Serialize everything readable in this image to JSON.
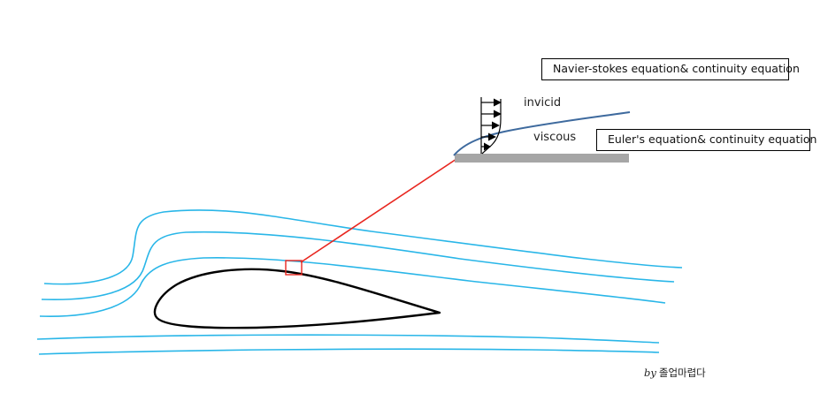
{
  "labels": {
    "navier_stokes_box": "Navier-stokes equation& continuity equation",
    "euler_box": "Euler's equation& continuity equation",
    "invicid": "invicid",
    "viscous": "viscous"
  },
  "credit": {
    "by": "by",
    "author": "졸업마렵다"
  },
  "colors": {
    "streamline": "#29b6e8",
    "airfoil": "#000000",
    "zoom_line": "#e8261f",
    "zoom_box": "#e8261f",
    "boundary_layer_edge": "#3e6a9e",
    "plate": "#a6a6a6"
  }
}
